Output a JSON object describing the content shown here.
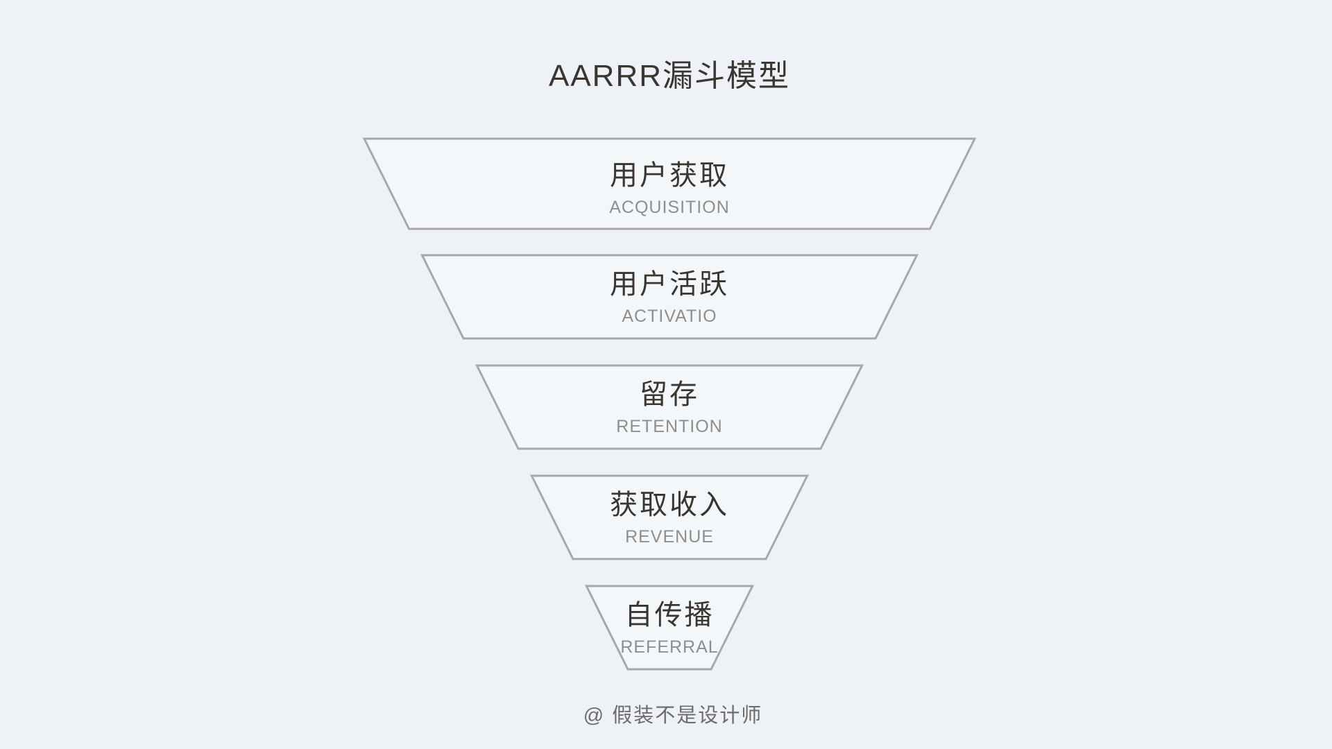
{
  "title": "AARRR漏斗模型",
  "funnel": {
    "levels": [
      {
        "label_zh": "用户获取",
        "label_en": "ACQUISITION"
      },
      {
        "label_zh": "用户活跃",
        "label_en": "ACTIVATIO"
      },
      {
        "label_zh": "留存",
        "label_en": "RETENTION"
      },
      {
        "label_zh": "获取收入",
        "label_en": "REVENUE"
      },
      {
        "label_zh": "自传播",
        "label_en": "REFERRAL"
      }
    ]
  },
  "footer": {
    "credit": "@ 假装不是设计师"
  },
  "colors": {
    "background": "#eef2f6",
    "shape_fill": "#f4f7fa",
    "shape_stroke": "#a8a8a8",
    "title_color": "#3a3530",
    "label_zh_color": "#3a352f",
    "label_en_color": "#8e8e8e",
    "footer_color": "#6d6c6a"
  }
}
